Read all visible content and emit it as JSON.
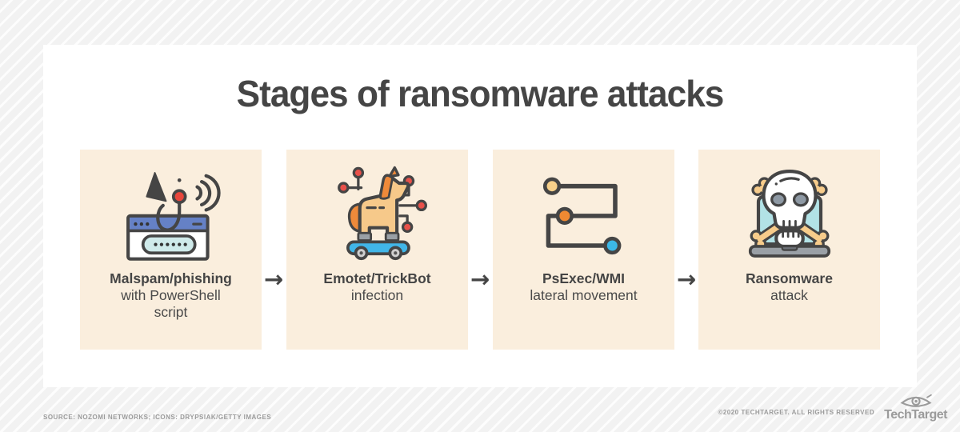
{
  "title": "Stages of ransomware attacks",
  "stages": [
    {
      "icon": "phishing-browser-icon",
      "heading": "Malspam/phishing",
      "subheading": "with PowerShell\nscript"
    },
    {
      "icon": "trojan-horse-icon",
      "heading": "Emotet/TrickBot",
      "subheading": "infection"
    },
    {
      "icon": "lateral-movement-icon",
      "heading": "PsExec/WMI",
      "subheading": "lateral movement"
    },
    {
      "icon": "skull-laptop-icon",
      "heading": "Ransomware",
      "subheading": "attack"
    }
  ],
  "arrow": "→",
  "footer": {
    "source": "SOURCE: NOZOMI NETWORKS; ICONS: DRYPSIAK/GETTY IMAGES",
    "copyright": "©2020 TECHTARGET. ALL RIGHTS RESERVED",
    "brand": "TechTarget"
  },
  "colors": {
    "page_bg": "#f2f2f2",
    "card_bg": "#faeedd",
    "outline": "#454545",
    "browser_bar_blue": "#6581c6",
    "field_teal": "#cfeaea",
    "bobber_red": "#e8463c",
    "horse_tan": "#f6c98a",
    "mane_orange": "#ef8a3a",
    "platform_blue": "#41b6e8",
    "node_red": "#e8514a",
    "path_yellow": "#f7d08a",
    "path_orange": "#ef8932",
    "path_blue": "#3bb8e8",
    "laptop_teal": "#b2e2e6",
    "laptop_gray": "#9aa0a6",
    "bone_cream": "#f7cc8b",
    "footer_gray": "#9b9b9b"
  }
}
